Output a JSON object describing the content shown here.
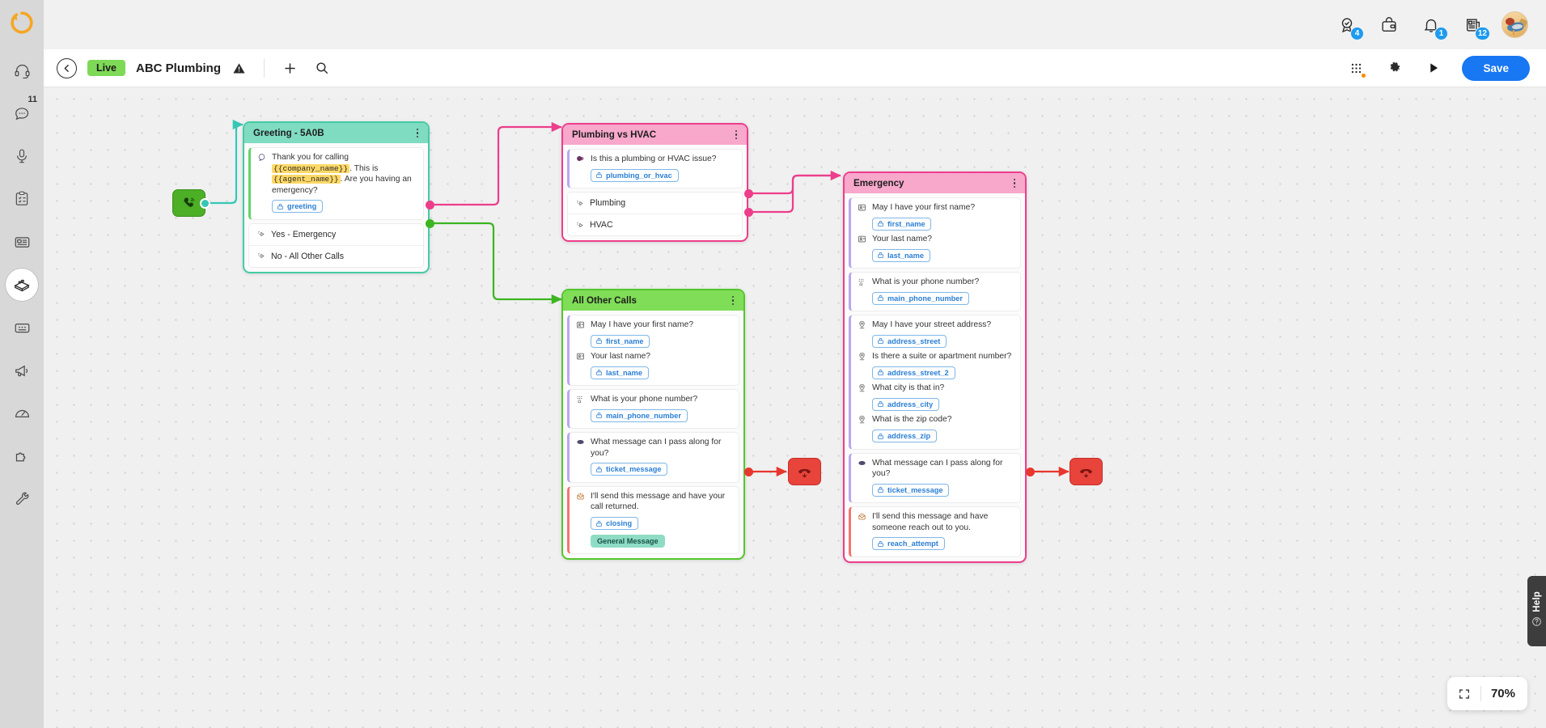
{
  "rail": {
    "logo": "brand-ring-logo",
    "items": [
      {
        "name": "headset-icon",
        "badge": ""
      },
      {
        "name": "chat-icon",
        "badge": "11"
      },
      {
        "name": "microphone-icon",
        "badge": ""
      },
      {
        "name": "clipboard-icon",
        "badge": ""
      },
      {
        "name": "id-card-icon",
        "badge": ""
      },
      {
        "name": "building-block-icon",
        "badge": "",
        "active": true
      },
      {
        "name": "contact-card-icon",
        "badge": ""
      },
      {
        "name": "megaphone-icon",
        "badge": ""
      },
      {
        "name": "speedometer-icon",
        "badge": ""
      },
      {
        "name": "puzzle-icon",
        "badge": ""
      },
      {
        "name": "wrench-icon",
        "badge": ""
      }
    ]
  },
  "topbar": {
    "icons": [
      {
        "name": "award-badge-icon",
        "count": "4"
      },
      {
        "name": "wallet-lock-icon",
        "count": ""
      },
      {
        "name": "bell-icon",
        "count": "1"
      },
      {
        "name": "news-feed-icon",
        "count": "12"
      }
    ],
    "avatar_label": "user-avatar"
  },
  "toolbar": {
    "back_label": "back-arrow",
    "status_pill": "Live",
    "flow_title": "ABC Plumbing",
    "warning_label": "warning-triangle",
    "add_label": "add",
    "search_label": "search",
    "apps_label": "apps-grid",
    "settings_label": "settings",
    "run_label": "run-test",
    "save_label": "Save"
  },
  "canvas": {
    "start_node": {
      "name": "inbound-call-start",
      "icon": "phone-icon"
    },
    "end_nodes": [
      {
        "name": "hangup-node-all-other-calls",
        "icon": "hangup-icon"
      },
      {
        "name": "hangup-node-emergency",
        "icon": "hangup-icon"
      }
    ],
    "zoom": {
      "fit_label": "fit-to-screen",
      "level": "70%"
    },
    "help": {
      "label": "Help",
      "icon": "question-circle-icon"
    }
  },
  "nodes": {
    "greeting": {
      "title": "Greeting - 5A0B",
      "header_color": "#7fdcc0",
      "prompt_pre": "Thank you for calling ",
      "prompt_var1": "{{company_name}}",
      "prompt_mid": ". This is ",
      "prompt_var2": "{{agent_name}}",
      "prompt_post": ". Are you having an emergency?",
      "chip": "greeting",
      "options": [
        {
          "label": "Yes - Emergency",
          "icon": "branch-icon"
        },
        {
          "label": "No - All Other Calls",
          "icon": "branch-icon"
        }
      ]
    },
    "plumbing_vs_hvac": {
      "title": "Plumbing vs HVAC",
      "header_color": "#f7a8cb",
      "question": "Is this a plumbing or HVAC issue?",
      "chip": "plumbing_or_hvac",
      "options": [
        {
          "label": "Plumbing",
          "icon": "branch-icon"
        },
        {
          "label": "HVAC",
          "icon": "branch-icon"
        }
      ]
    },
    "all_other_calls": {
      "title": "All Other Calls",
      "header_color": "#80dd58",
      "groups": [
        {
          "steps": [
            {
              "icon": "contact-icon",
              "text": "May I have your first name?",
              "chip": "first_name"
            },
            {
              "icon": "contact-icon",
              "text": "Your last name?",
              "chip": "last_name"
            }
          ],
          "accent": "purple"
        },
        {
          "steps": [
            {
              "icon": "keypad-icon",
              "text": "What is your phone number?",
              "chip": "main_phone_number"
            }
          ],
          "accent": "purple"
        },
        {
          "steps": [
            {
              "icon": "message-icon",
              "text": "What message can I pass along for you?",
              "chip": "ticket_message"
            }
          ],
          "accent": "purple"
        },
        {
          "steps": [
            {
              "icon": "send-icon",
              "text": "I'll send this message and have your call returned.",
              "chip": "closing",
              "tag": "General Message"
            }
          ],
          "accent": "red"
        }
      ]
    },
    "emergency": {
      "title": "Emergency",
      "header_color": "#f7a8cb",
      "groups": [
        {
          "steps": [
            {
              "icon": "contact-icon",
              "text": "May I have your first name?",
              "chip": "first_name"
            },
            {
              "icon": "contact-icon",
              "text": "Your last name?",
              "chip": "last_name"
            }
          ],
          "accent": "purple"
        },
        {
          "steps": [
            {
              "icon": "keypad-icon",
              "text": "What is your phone number?",
              "chip": "main_phone_number"
            }
          ],
          "accent": "purple"
        },
        {
          "steps": [
            {
              "icon": "pin-icon",
              "text": "May I have your street address?",
              "chip": "address_street"
            },
            {
              "icon": "pin-icon",
              "text": "Is there a suite or apartment number?",
              "chip": "address_street_2"
            },
            {
              "icon": "pin-icon",
              "text": "What city is that in?",
              "chip": "address_city"
            },
            {
              "icon": "pin-icon",
              "text": "What is the zip code?",
              "chip": "address_zip"
            }
          ],
          "accent": "purple"
        },
        {
          "steps": [
            {
              "icon": "message-icon",
              "text": "What message can I pass along for you?",
              "chip": "ticket_message"
            }
          ],
          "accent": "purple"
        },
        {
          "steps": [
            {
              "icon": "send-icon",
              "text": "I'll send this message and have someone reach out to you.",
              "chip": "reach_attempt"
            }
          ],
          "accent": "red"
        }
      ]
    }
  },
  "colors": {
    "pink_edge": "#ec3e8c",
    "green_edge": "#3cb521",
    "red_edge": "#e8372e",
    "teal_edge": "#35c7b5",
    "accent_blue": "#1877f2"
  }
}
